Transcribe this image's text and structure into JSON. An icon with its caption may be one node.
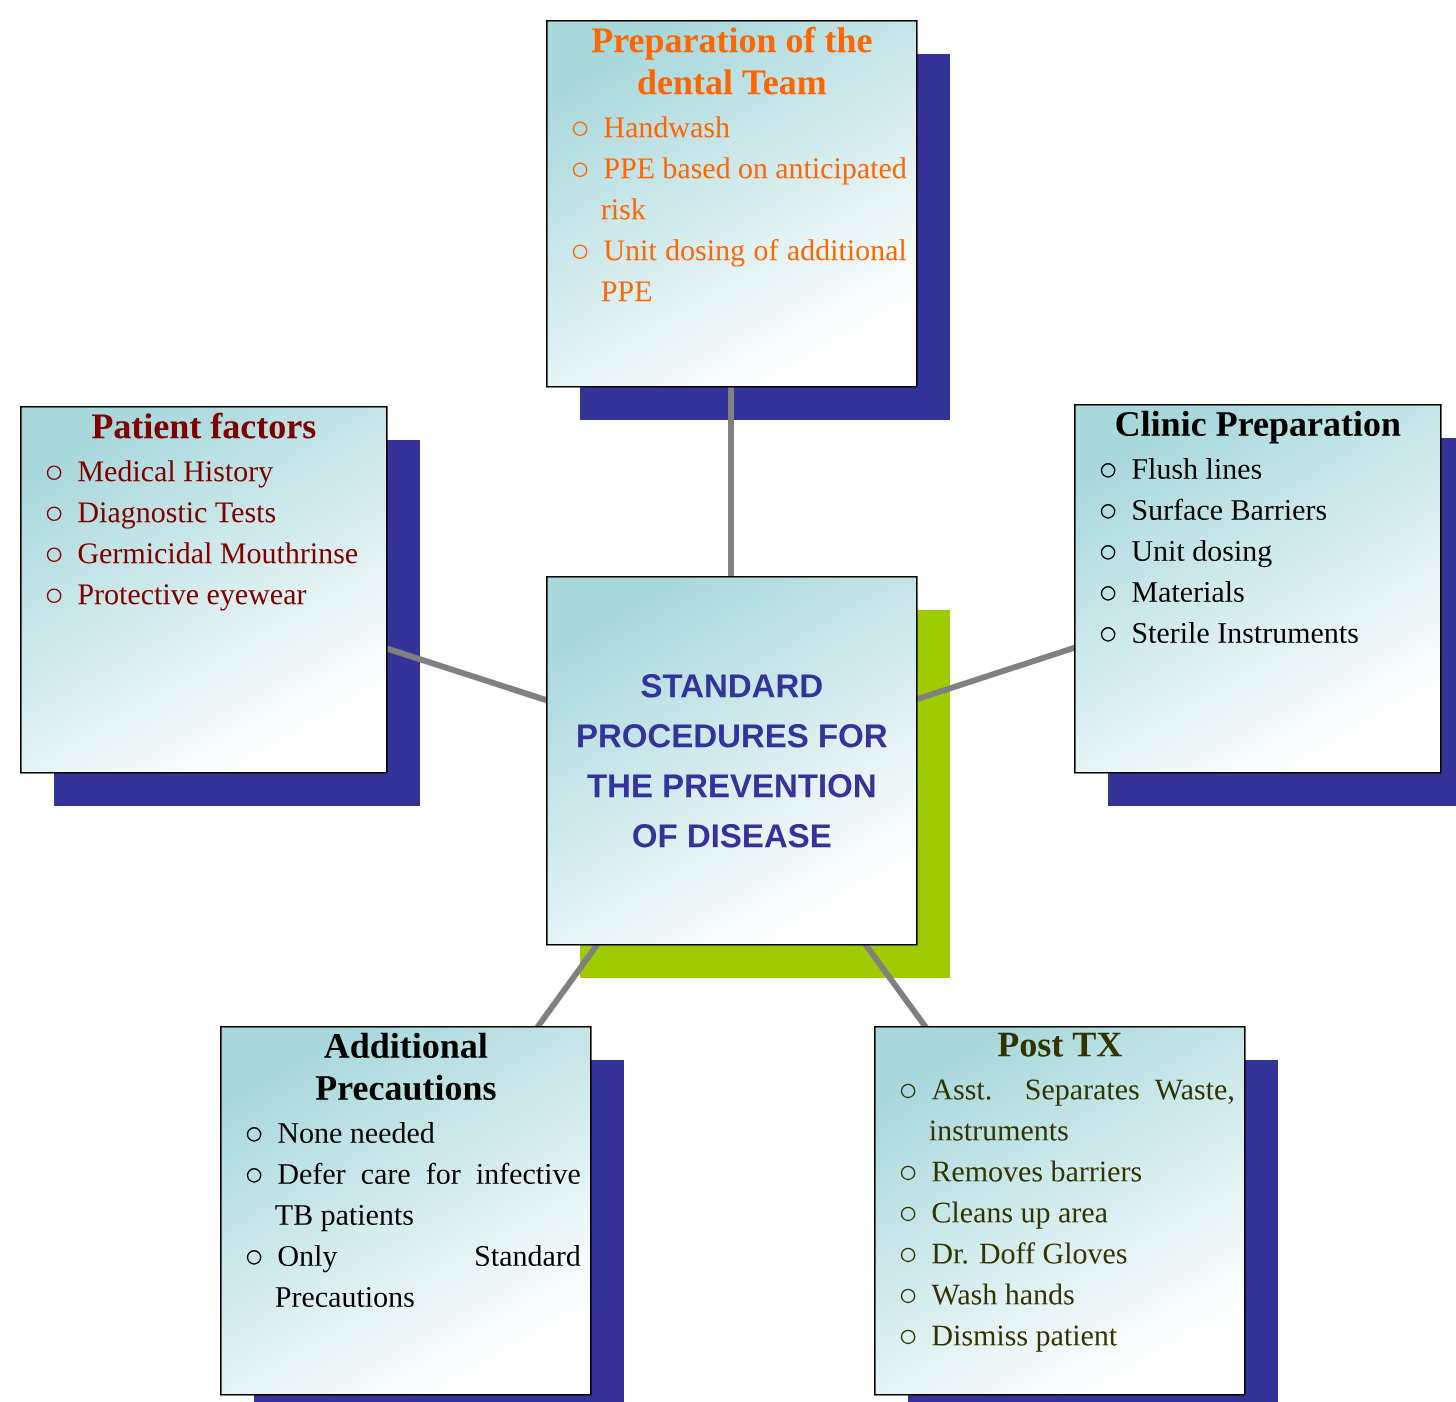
{
  "diagram": {
    "nodes": [
      {
        "text": [
          "STANDARD PROCEDURES FOR THE PREVENTION OF DISEASE"
        ]
      },
      {
        "text": [
          "Preparation of the dental Team",
          "Handwash",
          "PPE based on anticipated risk",
          "Unit dosing of additional PPE"
        ]
      },
      {
        "text": [
          "Patient factors",
          "Medical History",
          "Diagnostic Tests",
          "Germicidal Mouthrinse",
          "Protective eyewear"
        ]
      },
      {
        "text": [
          "Clinic Preparation",
          "Flush lines",
          "Surface Barriers",
          "Unit dosing",
          "Materials",
          "Sterile Instruments"
        ]
      },
      {
        "text": [
          "Additional Precautions",
          "None needed",
          "Defer care for infective TB patients",
          "Only Standard Precautions"
        ]
      },
      {
        "text": [
          "Post TX",
          "Asst. Separates Waste, instruments",
          "Removes barriers",
          "Cleans up area",
          "Dr. Doff Gloves",
          "Wash hands",
          "Dismiss patient"
        ]
      }
    ],
    "edges": [
      {
        "from": 0,
        "to": 1,
        "arrow": "none"
      },
      {
        "from": 0,
        "to": 2,
        "arrow": "none"
      },
      {
        "from": 0,
        "to": 3,
        "arrow": "none"
      },
      {
        "from": 0,
        "to": 4,
        "arrow": "none"
      },
      {
        "from": 0,
        "to": 5,
        "arrow": "none"
      }
    ]
  }
}
